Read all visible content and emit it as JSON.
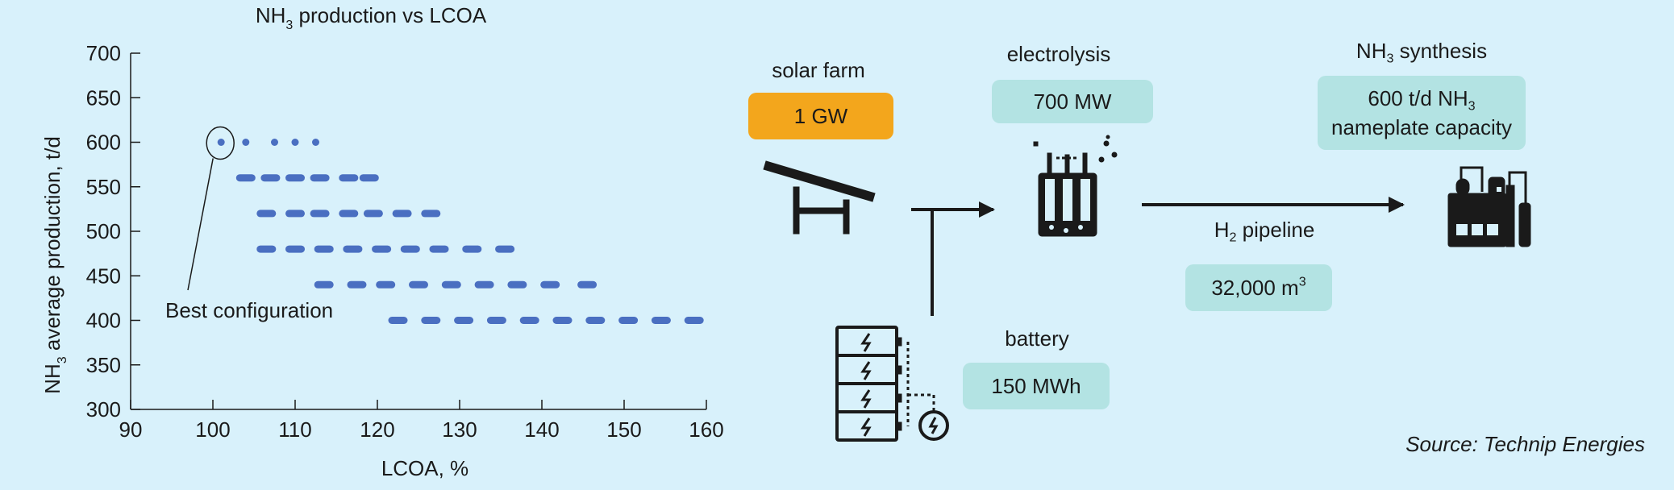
{
  "chart_data": {
    "type": "scatter",
    "title": "NH3 production vs LCOA",
    "title_parts": [
      "NH",
      "3",
      " production vs LCOA"
    ],
    "xlabel": "LCOA, %",
    "ylabel_parts": [
      "NH",
      "3",
      " average production, t/d"
    ],
    "xlim": [
      90,
      160
    ],
    "ylim": [
      300,
      700
    ],
    "xticks": [
      90,
      100,
      110,
      120,
      130,
      140,
      150,
      160
    ],
    "yticks": [
      300,
      350,
      400,
      450,
      500,
      550,
      600,
      650,
      700
    ],
    "grid": false,
    "marker_color": "#4a6fc1",
    "series": [
      {
        "y": 600,
        "x": [
          101,
          104,
          107.5,
          110,
          112.5
        ]
      },
      {
        "y": 560,
        "x": [
          104,
          107,
          110,
          113,
          116.5,
          119
        ]
      },
      {
        "y": 520,
        "x": [
          106.5,
          110,
          113,
          116.5,
          119.5,
          123,
          126.5
        ]
      },
      {
        "y": 480,
        "x": [
          106.5,
          110,
          113.5,
          117,
          120.5,
          124,
          127.5,
          131.5,
          135.5
        ]
      },
      {
        "y": 440,
        "x": [
          113.5,
          117.5,
          121,
          125,
          129,
          133,
          137,
          141,
          145.5
        ]
      },
      {
        "y": 400,
        "x": [
          122.5,
          126.5,
          130.5,
          134.5,
          138.5,
          142.5,
          146.5,
          150.5,
          154.5,
          158.5
        ]
      }
    ],
    "annotation": {
      "text": "Best configuration",
      "x": 101,
      "y": 600
    }
  },
  "diagram": {
    "solar": {
      "label": "solar farm",
      "value": "1 GW"
    },
    "electrolysis": {
      "label": "electrolysis",
      "value": "700 MW"
    },
    "synthesis": {
      "label_parts": [
        "NH",
        "3",
        " synthesis"
      ],
      "value_parts": [
        "600 t/d NH",
        "3"
      ],
      "value_line2": "nameplate capacity"
    },
    "pipeline": {
      "label_parts": [
        "H",
        "2",
        " pipeline"
      ],
      "value_parts": [
        "32,000 m",
        "3"
      ]
    },
    "battery": {
      "label": "battery",
      "value": "150 MWh"
    },
    "source": "Source: Technip Energies",
    "colors": {
      "orange": "#f3a61c",
      "teal": "#b3e3e3",
      "line": "#1a1a1a"
    },
    "icons": [
      "solar-panel-icon",
      "electrolyzer-icon",
      "ammonia-plant-icon",
      "battery-stack-icon"
    ]
  }
}
